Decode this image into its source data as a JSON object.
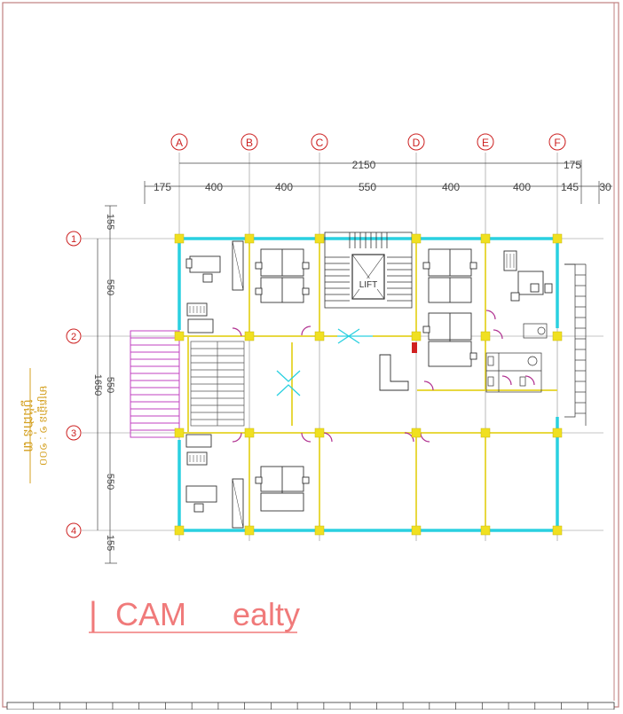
{
  "sheet": {
    "border_color": "#c08080",
    "grid_color": "#8a8a8a",
    "dim_color": "#444444",
    "gridbubble_color": "#cc2020",
    "wall_color": "#2ad0e0",
    "column_color": "#f0e020",
    "furniture_color": "#333333",
    "door_color": "#b03090",
    "title_color": "#d4a020",
    "logo_color": "#f07a7a"
  },
  "grid": {
    "columns": [
      "A",
      "B",
      "C",
      "D",
      "E",
      "F"
    ],
    "rows": [
      "1",
      "2",
      "3",
      "4"
    ]
  },
  "dimensions": {
    "overall_top": "2150",
    "right_extra_top": "175",
    "top_segments": [
      "175",
      "400",
      "400",
      "550",
      "400",
      "400",
      "145",
      "30"
    ],
    "left_segments": [
      "155",
      "550",
      "550",
      "550",
      "155"
    ],
    "left_overall": "1650"
  },
  "labels": {
    "lift": "LIFT",
    "title_line1": "ប្លង់ជាន់ ៣",
    "title_line2": "មាត្រដ្ឋាន ១ : ១០០"
  },
  "logo": {
    "mark": "|",
    "word1": "CAM",
    "word2": "ealty"
  },
  "titleblock": {
    "cells": 23
  }
}
